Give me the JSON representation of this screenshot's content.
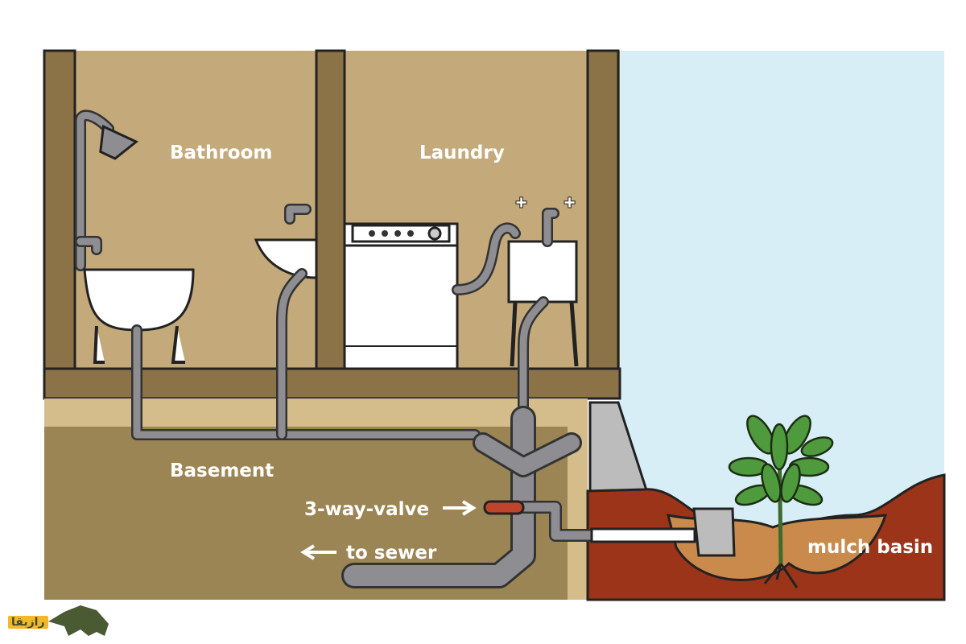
{
  "labels": {
    "bathroom": "Bathroom",
    "laundry": "Laundry",
    "basement": "Basement",
    "valve": "3-way-valve",
    "sewer": "to sewer",
    "mulch_basin": "mulch basin"
  },
  "logo": {
    "text": "رازبقا"
  },
  "colors": {
    "wall": "#c4a97a",
    "post": "#8b7347",
    "basement": "#9c8554",
    "sky": "#d8eef6",
    "soil": "#9b3418",
    "mulch": "#c98a4c",
    "pipe": "#8e8e92",
    "leaf": "#4f9a3c"
  }
}
